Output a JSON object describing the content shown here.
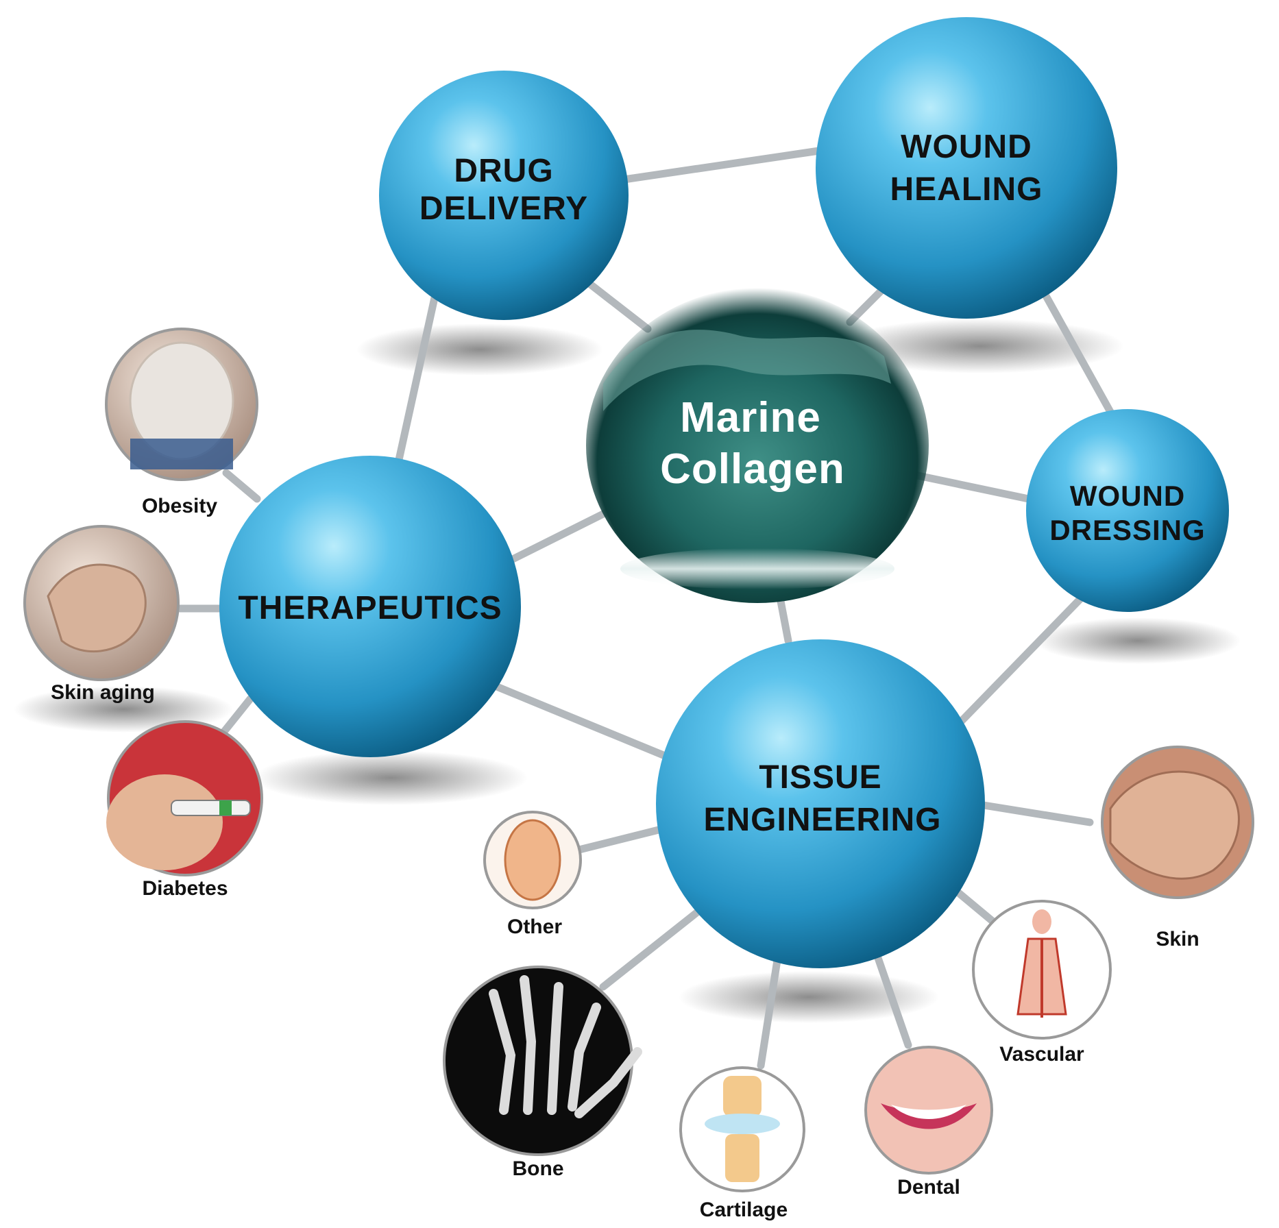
{
  "center": {
    "line1": "Marine",
    "line2": "Collagen"
  },
  "applications": {
    "drug_delivery": {
      "line1": "DRUG",
      "line2": "DELIVERY"
    },
    "wound_healing": {
      "line1": "WOUND",
      "line2": "HEALING"
    },
    "wound_dressing": {
      "line1": "WOUND",
      "line2": "DRESSING"
    },
    "therapeutics": {
      "line1": "THERAPEUTICS"
    },
    "tissue_engineering": {
      "line1": "TISSUE",
      "line2": "ENGINEERING"
    }
  },
  "therapeutics_targets": [
    "Obesity",
    "Skin aging",
    "Diabetes"
  ],
  "tissue_targets": {
    "other": "Other",
    "bone": "Bone",
    "cartilage": "Cartilage",
    "dental": "Dental",
    "vascular": "Vascular",
    "skin": "Skin"
  },
  "colors": {
    "sphere_light": "#8fdcf5",
    "sphere_mid": "#2a9ccc",
    "sphere_dark": "#0b5f86",
    "wave_dark": "#0d3f3c",
    "wave_mid": "#2f7f7a",
    "connector": "#b8bcc0"
  }
}
